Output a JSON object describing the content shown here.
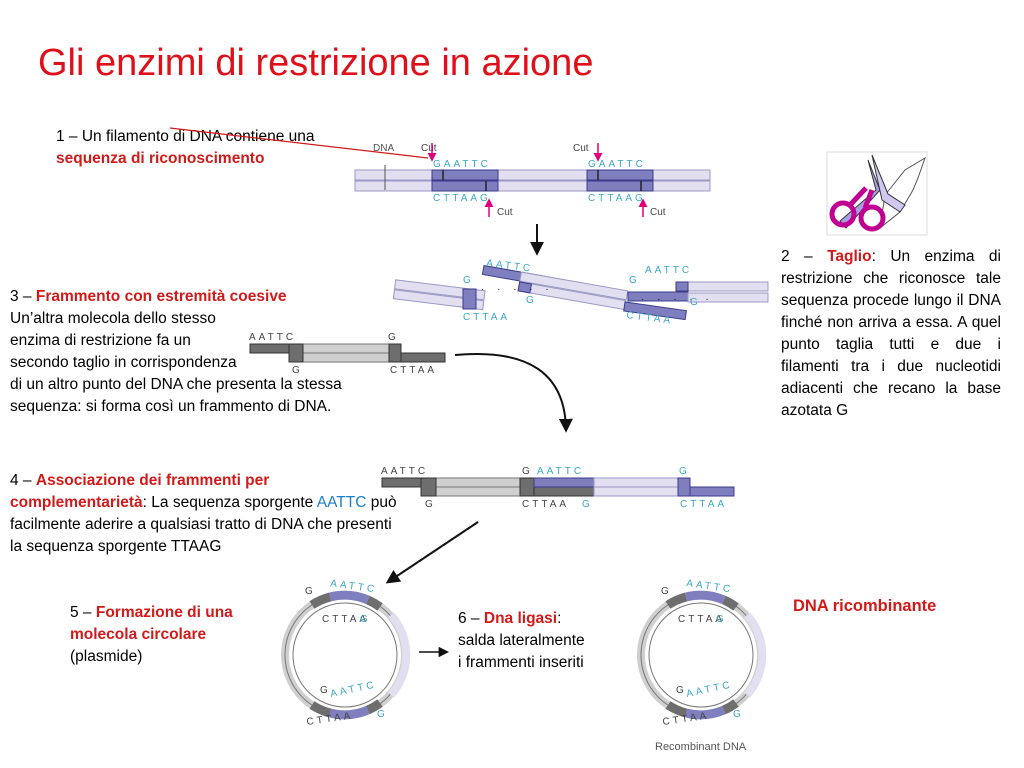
{
  "title": "Gli enzimi di restrizione in azione",
  "step1": {
    "prefix": "1 – Un filamento di DNA contiene una",
    "highlight": "sequenza di riconoscimento"
  },
  "step2": {
    "prefix": "2 –",
    "highlight": "Taglio",
    "body": ": Un enzima di restrizione che riconosce tale sequenza procede lungo il DNA finché non arriva a essa. A quel punto taglia tutti e due i filamenti tra i due nucleotidi adiacenti che recano la base azotata G"
  },
  "step3": {
    "prefix": "3 –",
    "highlight": "Frammento con estremità coesive",
    "line1": "Un’altra molecola dello stesso",
    "line2": "enzima di restrizione fa un",
    "line3": "secondo taglio in corrispondenza",
    "line4": "di un altro punto del DNA che presenta la stessa sequenza: si forma così un frammento di DNA."
  },
  "step4": {
    "prefix": "4 –",
    "highlight": "Associazione dei frammenti per complementarietà",
    "body1": ": La sequenza sporgente",
    "seq": "AATTC",
    "body2": "può facilmente aderire a qualsiasi tratto di DNA che presenti la sequenza sporgente TTAAG"
  },
  "step5": {
    "prefix": "5 –",
    "highlight": "Formazione di una molecola circolare",
    "body": "(plasmide)"
  },
  "step6": {
    "prefix": "6 –",
    "highlight": "Dna ligasi",
    "colon": ":",
    "line1": "salda lateralmente",
    "line2": "i frammenti inseriti"
  },
  "dna_ricombinante": "DNA ricombinante",
  "diagram": {
    "dna_label": "DNA",
    "cut": "Cut",
    "top_seq": "GAATTC",
    "bottom_seq": "CTTAAG",
    "aattc": "AATTC",
    "cttaa": "CTTAA",
    "cttaa_nospace": "CTTAA",
    "aattc_nospace": "AATTC",
    "g": "G",
    "recombinant": "Recombinant DNA"
  },
  "colors": {
    "title": "#e0101a",
    "highlight": "#d21a1a",
    "accent_blue": "#1b7ec8",
    "strand_purple": "#8080c0",
    "strand_light": "#d8d8ec",
    "strand_dark": "#5a5a5a",
    "seq_cyan": "#3aa7c6",
    "cut_arrow": "#e0007a"
  },
  "icons": [
    "scissors-icon",
    "arrow-down-icon",
    "arrow-right-icon"
  ]
}
